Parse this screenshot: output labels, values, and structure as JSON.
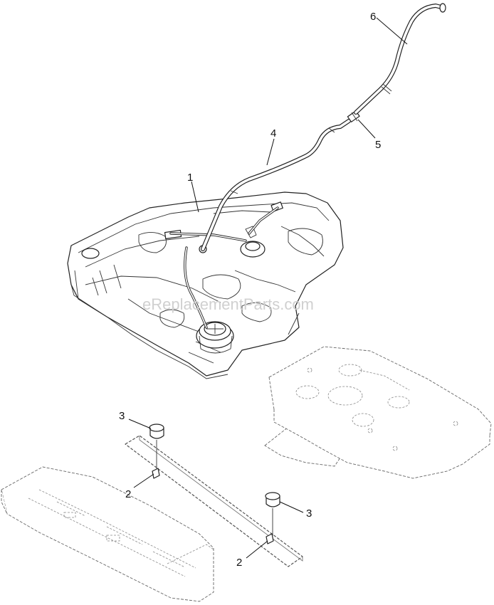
{
  "watermark": "eReplacementParts.com",
  "callouts": [
    {
      "id": "c6",
      "label": "6"
    },
    {
      "id": "c5",
      "label": "5"
    },
    {
      "id": "c4",
      "label": "4"
    },
    {
      "id": "c1",
      "label": "1"
    },
    {
      "id": "c3a",
      "label": "3"
    },
    {
      "id": "c2a",
      "label": "2"
    },
    {
      "id": "c3b",
      "label": "3"
    },
    {
      "id": "c2b",
      "label": "2"
    }
  ]
}
